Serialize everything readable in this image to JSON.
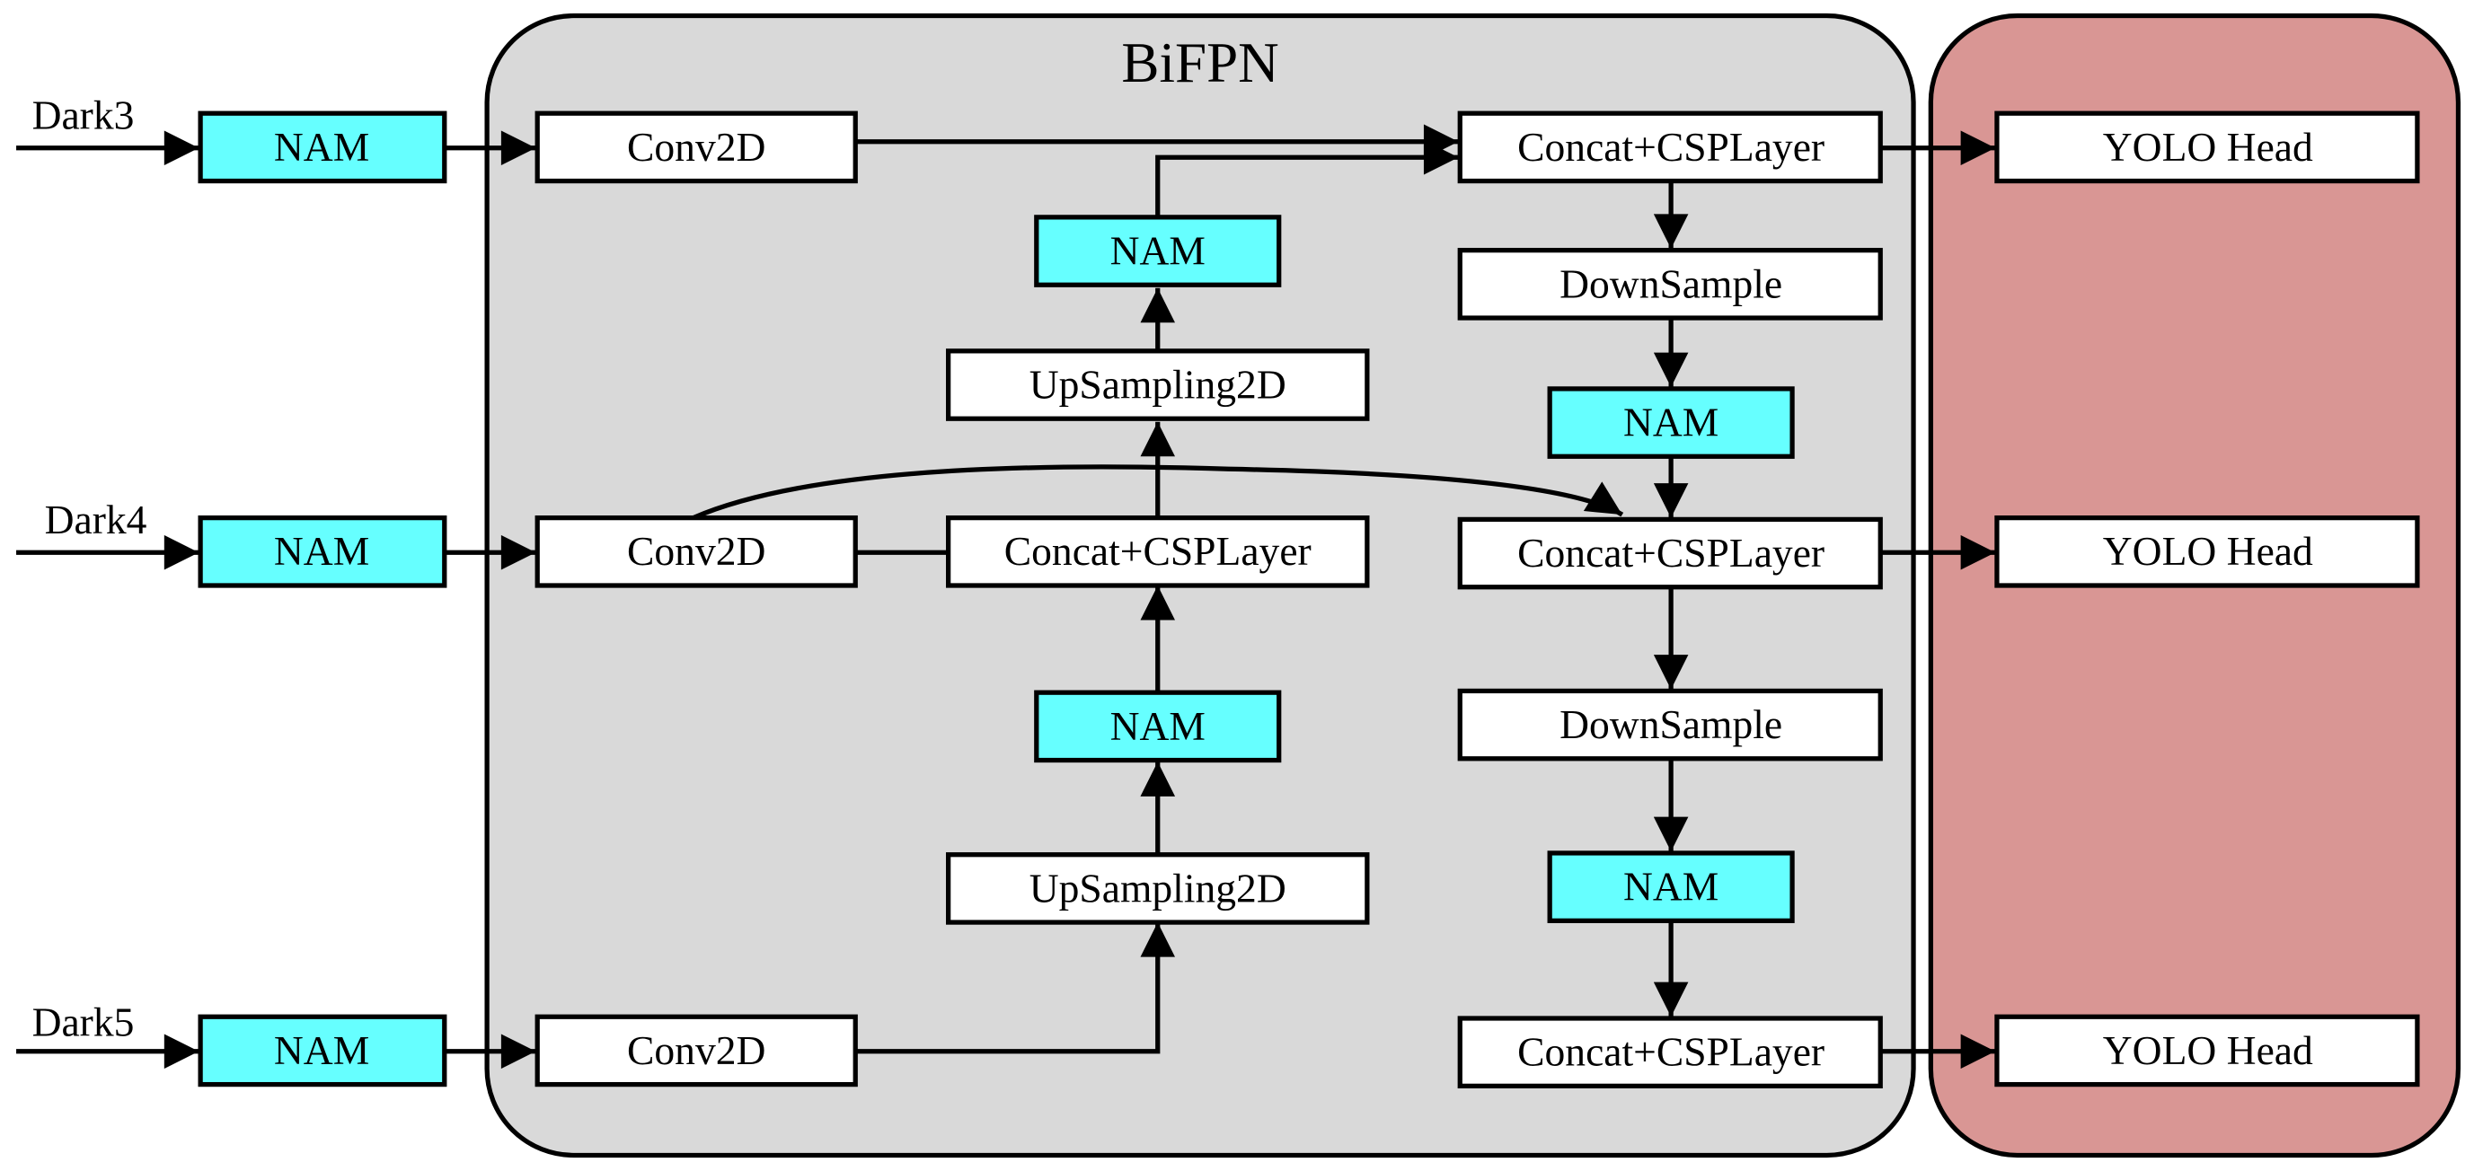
{
  "title": "BiFPN",
  "inputs": {
    "dark3": "Dark3",
    "dark4": "Dark4",
    "dark5": "Dark5"
  },
  "nam_label": "NAM",
  "conv_label": "Conv2D",
  "upsample_label": "UpSampling2D",
  "concat_label": "Concat+CSPLayer",
  "downsample_label": "DownSample",
  "head_label": "YOLO Head",
  "colors": {
    "bifpn_panel": "#d9d9d9",
    "head_panel": "#d99694",
    "nam_fill": "#66ffff",
    "box_fill": "#ffffff",
    "stroke": "#000000"
  }
}
